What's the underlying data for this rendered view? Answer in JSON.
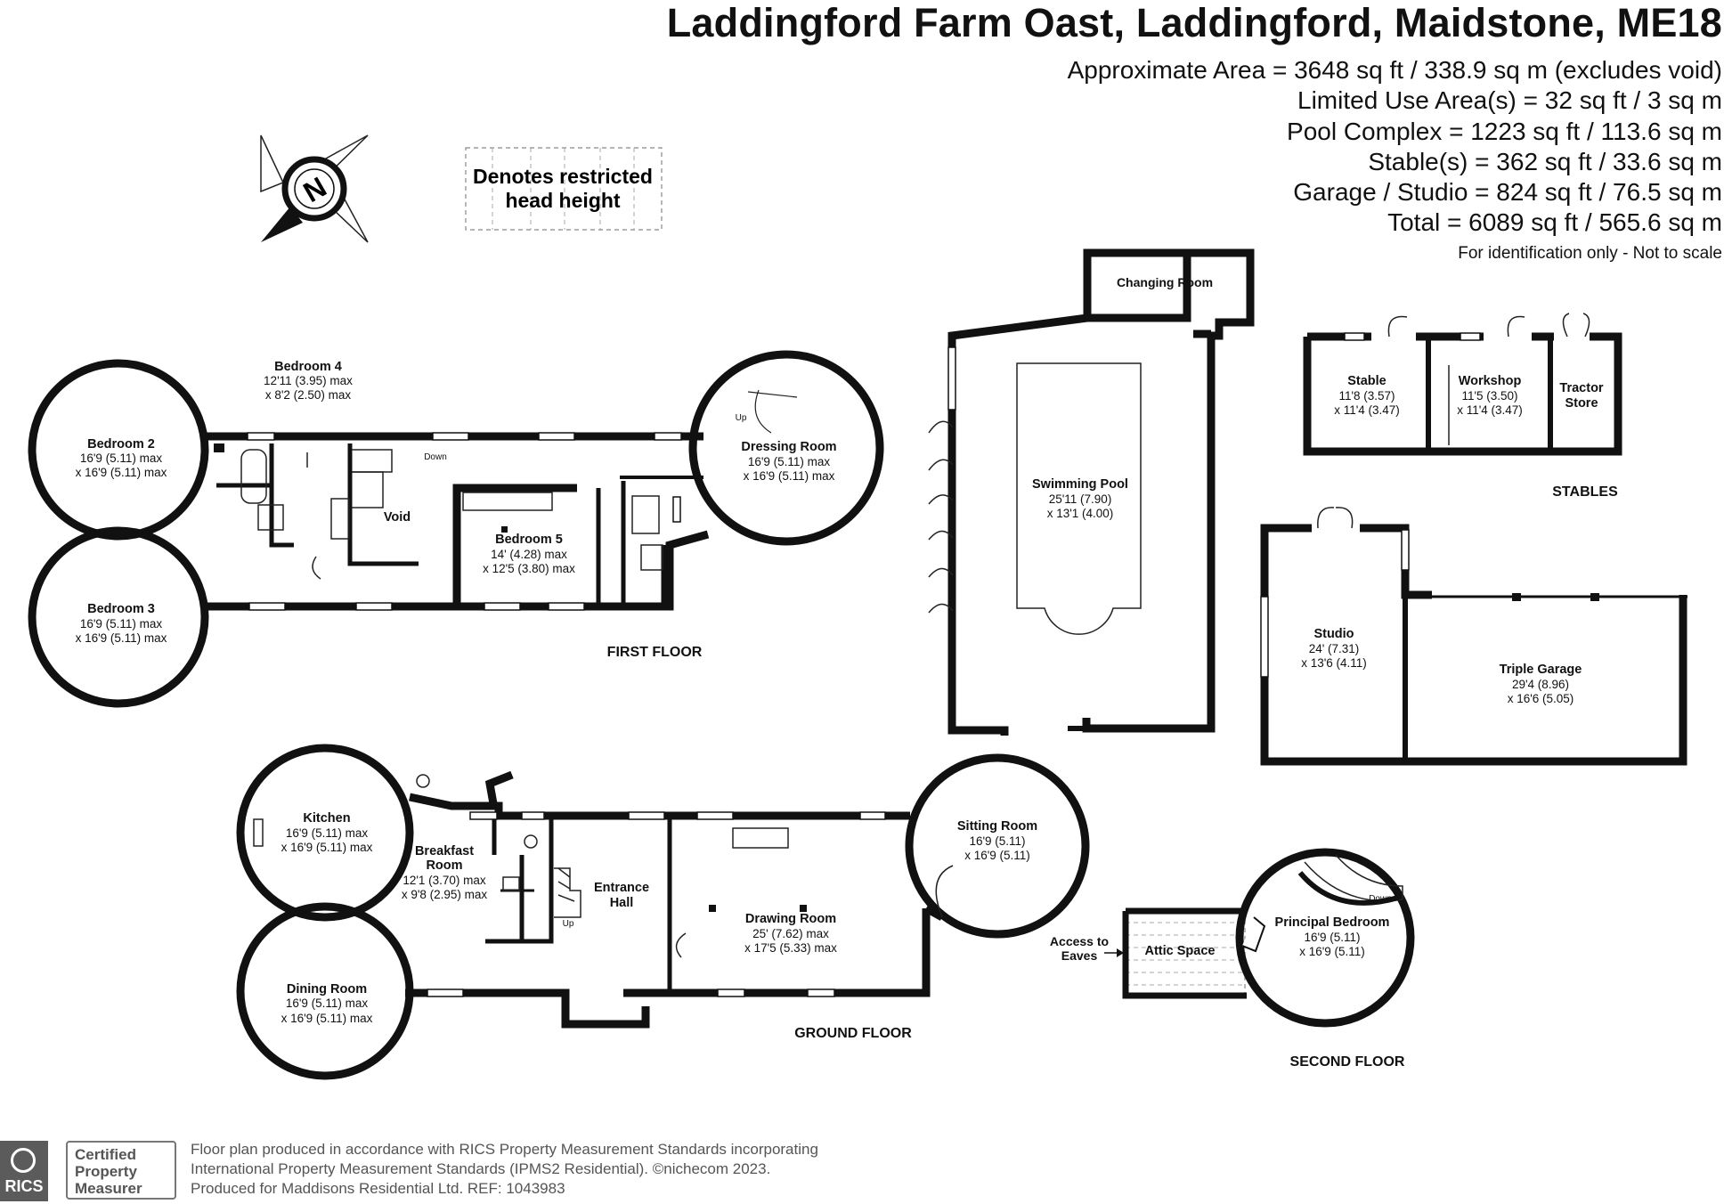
{
  "header": {
    "title": "Laddingford Farm Oast, Laddingford, Maidstone, ME18",
    "areas": [
      "Approximate Area = 3648 sq ft / 338.9 sq m (excludes void)",
      "Limited Use Area(s) = 32 sq ft / 3 sq m",
      "Pool Complex = 1223 sq ft / 113.6 sq m",
      "Stable(s) = 362 sq ft / 33.6 sq m",
      "Garage / Studio = 824 sq ft / 76.5 sq m",
      "Total = 6089 sq ft / 565.6 sq m"
    ],
    "note": "For identification only - Not to scale"
  },
  "compass": {
    "letter": "N"
  },
  "legend": {
    "line1": "Denotes restricted",
    "line2": "head height"
  },
  "floors": {
    "first": "FIRST FLOOR",
    "ground": "GROUND FLOOR",
    "second": "SECOND FLOOR",
    "stables": "STABLES"
  },
  "rooms": {
    "bedroom4": {
      "name": "Bedroom 4",
      "dim1": "12'11 (3.95) max",
      "dim2": "x 8'2 (2.50) max"
    },
    "bedroom2": {
      "name": "Bedroom 2",
      "dim1": "16'9 (5.11) max",
      "dim2": "x 16'9 (5.11) max"
    },
    "bedroom3": {
      "name": "Bedroom 3",
      "dim1": "16'9 (5.11) max",
      "dim2": "x 16'9 (5.11) max"
    },
    "bedroom5": {
      "name": "Bedroom 5",
      "dim1": "14' (4.28) max",
      "dim2": "x 12'5 (3.80) max"
    },
    "dressing": {
      "name": "Dressing Room",
      "dim1": "16'9 (5.11) max",
      "dim2": "x 16'9 (5.11) max"
    },
    "void": {
      "name": "Void"
    },
    "down": {
      "name": "Down"
    },
    "up": {
      "name": "Up"
    },
    "changing": {
      "name": "Changing Room"
    },
    "pool": {
      "name": "Swimming Pool",
      "dim1": "25'11 (7.90)",
      "dim2": "x 13'1 (4.00)"
    },
    "stable": {
      "name": "Stable",
      "dim1": "11'8 (3.57)",
      "dim2": "x 11'4 (3.47)"
    },
    "workshop": {
      "name": "Workshop",
      "dim1": "11'5 (3.50)",
      "dim2": "x 11'4 (3.47)"
    },
    "tractor": {
      "name1": "Tractor",
      "name2": "Store"
    },
    "studio": {
      "name": "Studio",
      "dim1": "24' (7.31)",
      "dim2": "x 13'6 (4.11)"
    },
    "garage": {
      "name": "Triple Garage",
      "dim1": "29'4 (8.96)",
      "dim2": "x 16'6 (5.05)"
    },
    "kitchen": {
      "name": "Kitchen",
      "dim1": "16'9 (5.11) max",
      "dim2": "x 16'9 (5.11) max"
    },
    "breakfast": {
      "name1": "Breakfast",
      "name2": "Room",
      "dim1": "12'1 (3.70) max",
      "dim2": "x 9'8 (2.95) max"
    },
    "entrance": {
      "name1": "Entrance",
      "name2": "Hall"
    },
    "drawing": {
      "name": "Drawing Room",
      "dim1": "25' (7.62) max",
      "dim2": "x 17'5 (5.33) max"
    },
    "sitting": {
      "name": "Sitting Room",
      "dim1": "16'9 (5.11)",
      "dim2": "x 16'9 (5.11)"
    },
    "dining": {
      "name": "Dining Room",
      "dim1": "16'9 (5.11) max",
      "dim2": "x 16'9 (5.11) max"
    },
    "principal": {
      "name": "Principal Bedroom",
      "dim1": "16'9 (5.11)",
      "dim2": "x 16'9 (5.11)"
    },
    "attic": {
      "name": "Attic Space"
    },
    "eaves": {
      "line1": "Access to",
      "line2": "Eaves"
    },
    "down2": {
      "name": "Down"
    },
    "up2": {
      "name": "Up"
    }
  },
  "footer": {
    "rics": "RICS",
    "certified": [
      "Certified",
      "Property",
      "Measurer"
    ],
    "lines": [
      "Floor plan produced in accordance with RICS Property Measurement Standards incorporating",
      "International Property Measurement Standards (IPMS2 Residential).  ©nichecom 2023.",
      "Produced for Maddisons Residential Ltd.   REF:  1043983"
    ]
  }
}
